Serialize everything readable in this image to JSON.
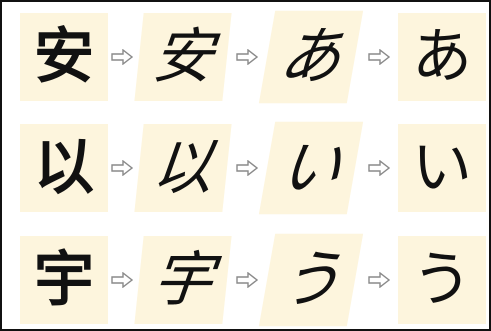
{
  "rows": [
    {
      "stages": [
        "安",
        "安",
        "あ",
        "あ"
      ]
    },
    {
      "stages": [
        "以",
        "以",
        "い",
        "い"
      ]
    },
    {
      "stages": [
        "宇",
        "宇",
        "う",
        "う"
      ]
    }
  ],
  "arrow_icon": "right-arrow-icon",
  "colors": {
    "tile_background": "#fdf5dd",
    "ink": "#111111",
    "arrow_fill": "#ffffff",
    "arrow_stroke": "#8a8a8a",
    "border": "#111111"
  }
}
